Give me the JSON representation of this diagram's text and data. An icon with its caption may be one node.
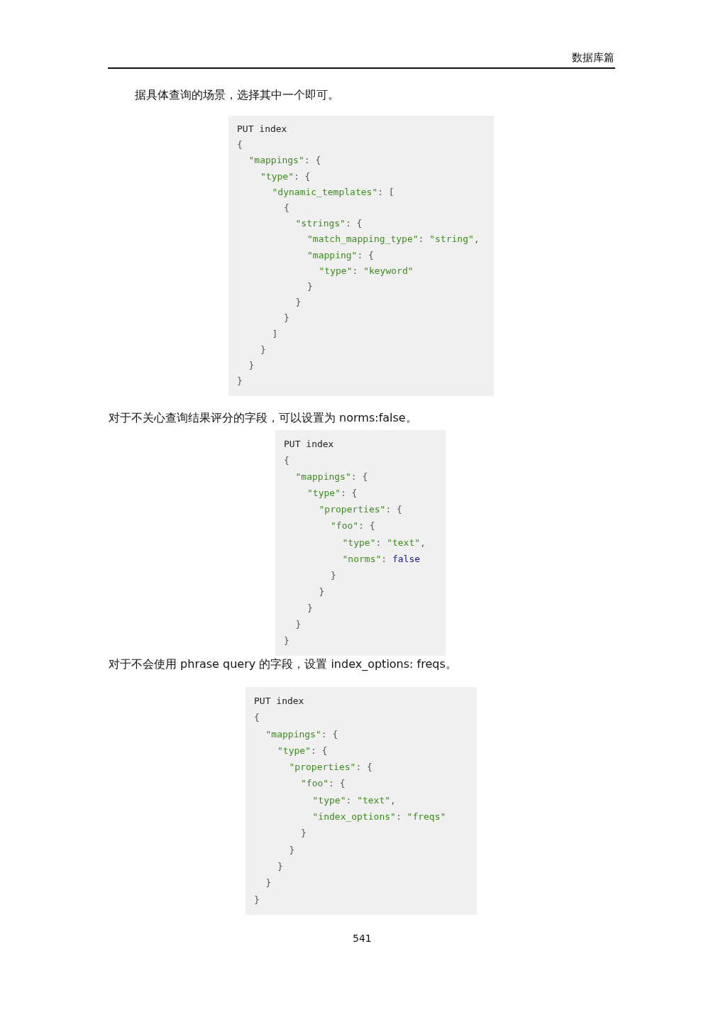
{
  "diagram": {
    "nodes": [
      {
        "text": [
          "PUT index",
          "{",
          "\"mappings\": {",
          "\"type\": {",
          "\"dynamic_templates\": [",
          "{",
          "\"strings\": {",
          "\"match_mapping_type\": \"string\",",
          "\"mapping\": {",
          "\"type\": \"keyword\"",
          "}",
          "}",
          "}",
          "]",
          "}",
          "}",
          "}"
        ]
      },
      {
        "text": [
          "PUT index",
          "{",
          "\"mappings\": {",
          "\"type\": {",
          "\"properties\": {",
          "\"foo\": {",
          "\"type\": \"text\",",
          "\"norms\": false",
          "}",
          "}",
          "}",
          "}",
          "}"
        ]
      },
      {
        "text": [
          "PUT index",
          "{",
          "\"mappings\": {",
          "\"type\": {",
          "\"properties\": {",
          "\"foo\": {",
          "\"type\": \"text\",",
          "\"index_options\": \"freqs\"",
          "}",
          "}",
          "}",
          "}",
          "}"
        ]
      }
    ],
    "labels": [
      "数据库篇",
      "据具体查询的场景，选择其中一个即可。",
      "对于不关心查询结果评分的字段，可以设置为 norms:false。",
      "对于不会使用 phrase query 的字段，设置 index_options: freqs。",
      "541"
    ]
  }
}
